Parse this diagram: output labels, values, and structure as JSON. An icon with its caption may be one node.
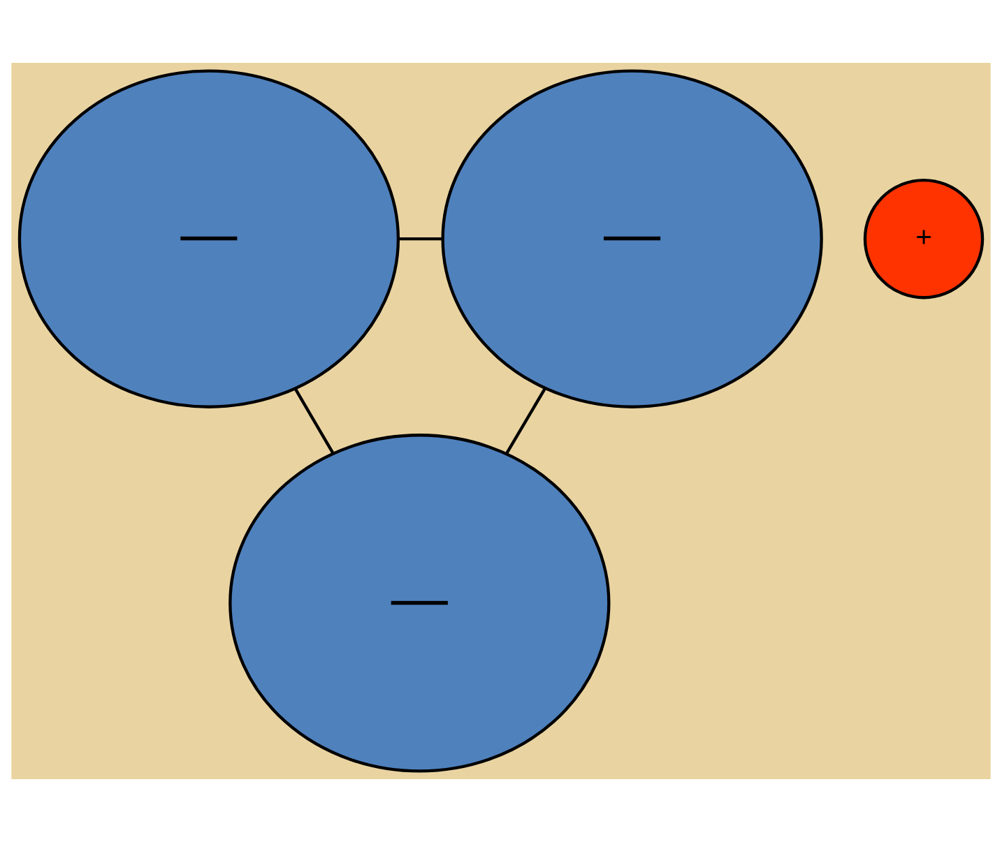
{
  "diagram": {
    "nodes": [
      {
        "text": [
          "—"
        ]
      },
      {
        "text": [
          "—"
        ]
      },
      {
        "text": [
          "+"
        ]
      },
      {
        "text": [
          "—"
        ]
      }
    ],
    "edges": [
      {
        "from": 0,
        "to": 1,
        "arrow": "none"
      },
      {
        "from": 1,
        "to": 3,
        "arrow": "none"
      },
      {
        "from": 3,
        "to": 0,
        "arrow": "none"
      }
    ]
  }
}
